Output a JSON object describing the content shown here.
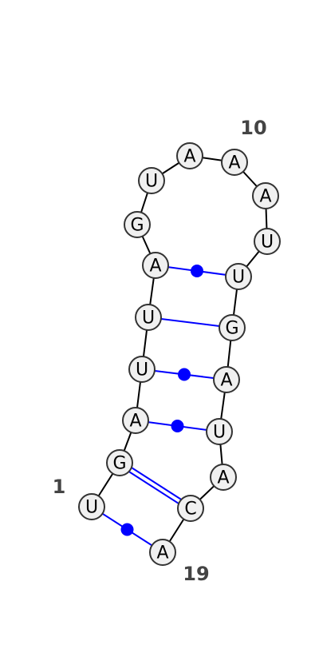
{
  "diagram": {
    "sequence": [
      "U",
      "G",
      "A",
      "U",
      "U",
      "A",
      "G",
      "U",
      "A",
      "A",
      "A",
      "U",
      "U",
      "G",
      "A",
      "U",
      "A",
      "C",
      "A"
    ],
    "position_labels": [
      {
        "index": 1,
        "text": "1"
      },
      {
        "index": 10,
        "text": "10"
      },
      {
        "index": 19,
        "text": "19"
      }
    ],
    "pairs": [
      {
        "i": 1,
        "j": 19,
        "type": "wobble"
      },
      {
        "i": 2,
        "j": 18,
        "type": "canonical"
      },
      {
        "i": 3,
        "j": 16,
        "type": "wobble"
      },
      {
        "i": 4,
        "j": 15,
        "type": "wobble"
      },
      {
        "i": 5,
        "j": 14,
        "type": "canonical"
      },
      {
        "i": 6,
        "j": 13,
        "type": "wobble"
      }
    ],
    "colors": {
      "pair_line": "#0000ff",
      "wobble_dot": "#0000ff",
      "backbone": "#000000",
      "node_fill": "#f0f0f0",
      "node_stroke": "#333333",
      "label": "#444444"
    }
  }
}
